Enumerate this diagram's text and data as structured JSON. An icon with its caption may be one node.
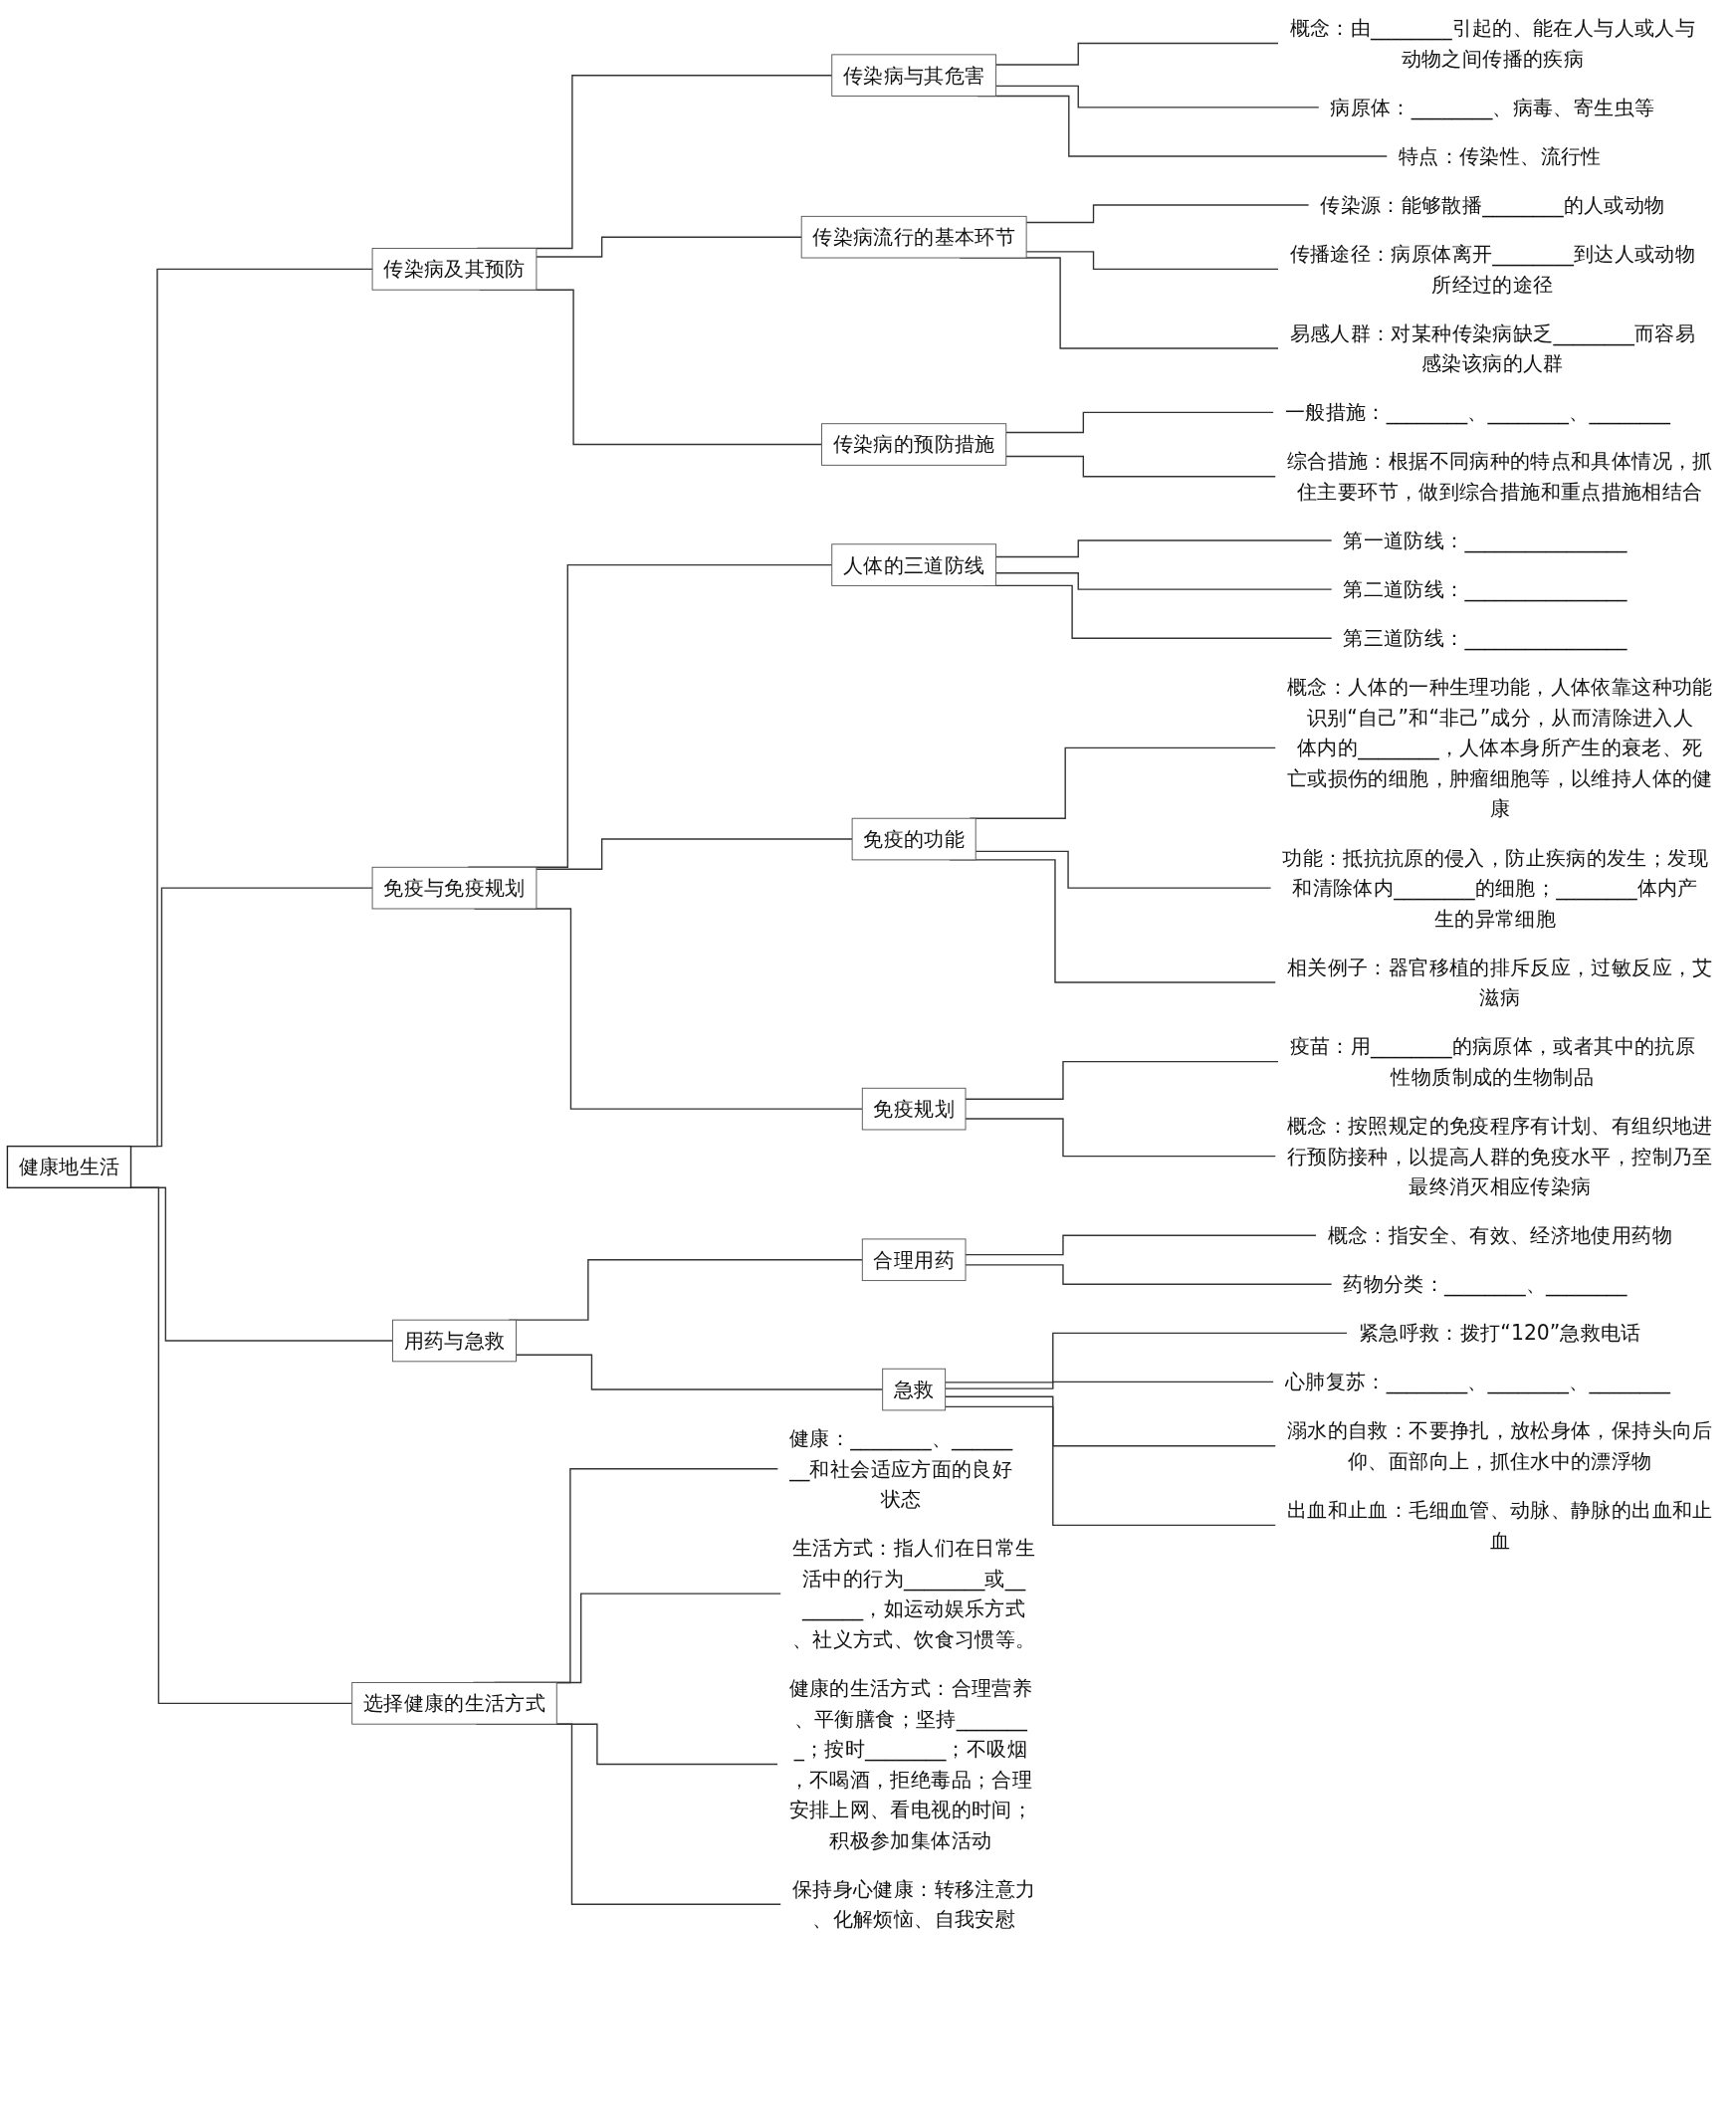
{
  "diagram": {
    "nodes": [
      {
        "text": [
          "健康地生活"
        ]
      },
      {
        "text": [
          "传染病及其预防"
        ]
      },
      {
        "text": [
          "传染病与其危害"
        ]
      },
      {
        "text": [
          "概念：由________引起的、能在人与人或人与动物之间传播的疾病"
        ]
      },
      {
        "text": [
          "病原体：________、病毒、寄生虫等"
        ]
      },
      {
        "text": [
          "特点：传染性、流行性"
        ]
      },
      {
        "text": [
          "传染病流行的基本环节"
        ]
      },
      {
        "text": [
          "传染源：能够散播________的人或动物"
        ]
      },
      {
        "text": [
          "传播途径：病原体离开________到达人或动物所经过的途径"
        ]
      },
      {
        "text": [
          "易感人群：对某种传染病缺乏________而容易感染该病的人群"
        ]
      },
      {
        "text": [
          "传染病的预防措施"
        ]
      },
      {
        "text": [
          "一般措施：________、________、________"
        ]
      },
      {
        "text": [
          "综合措施：根据不同病种的特点和具体情况，抓住主要环节，做到综合措施和重点措施相结合"
        ]
      },
      {
        "text": [
          "免疫与免疫规划"
        ]
      },
      {
        "text": [
          "人体的三道防线"
        ]
      },
      {
        "text": [
          "第一道防线：________________"
        ]
      },
      {
        "text": [
          "第二道防线：________________"
        ]
      },
      {
        "text": [
          "第三道防线：________________"
        ]
      },
      {
        "text": [
          "免疫的功能"
        ]
      },
      {
        "text": [
          "概念：人体的一种生理功能，人体依靠这种功能识别“自己”和“非己”成分，从而清除进入人体内的________，人体本身所产生的衰老、死亡或损伤的细胞，肿瘤细胞等，以维持人体的健康"
        ]
      },
      {
        "text": [
          "功能：抵抗抗原的侵入，防止疾病的发生；发现和清除体内________的细胞；________体内产生的异常细胞"
        ]
      },
      {
        "text": [
          "相关例子：器官移植的排斥反应，过敏反应，艾滋病"
        ]
      },
      {
        "text": [
          "免疫规划"
        ]
      },
      {
        "text": [
          "疫苗：用________的病原体，或者其中的抗原性物质制成的生物制品"
        ]
      },
      {
        "text": [
          "概念：按照规定的免疫程序有计划、有组织地进行预防接种，以提高人群的免疫水平，控制乃至最终消灭相应传染病"
        ]
      },
      {
        "text": [
          "用药与急救"
        ]
      },
      {
        "text": [
          "合理用药"
        ]
      },
      {
        "text": [
          "概念：指安全、有效、经济地使用药物"
        ]
      },
      {
        "text": [
          "药物分类：________、________"
        ]
      },
      {
        "text": [
          "急救"
        ]
      },
      {
        "text": [
          "紧急呼救：拨打“120”急救电话"
        ]
      },
      {
        "text": [
          "心肺复苏：________、________、________"
        ]
      },
      {
        "text": [
          "溺水的自救：不要挣扎，放松身体，保持头向后仰、面部向上，抓住水中的漂浮物"
        ]
      },
      {
        "text": [
          "出血和止血：毛细血管、动脉、静脉的出血和止血"
        ]
      },
      {
        "text": [
          "选择健康的生活方式"
        ]
      },
      {
        "text": [
          "健康：________、________和社会适应方面的良好状态"
        ]
      },
      {
        "text": [
          "生活方式：指人们在日常生活中的行为________或________，如运动娱乐方式、社义方式、饮食习惯等。"
        ]
      },
      {
        "text": [
          "健康的生活方式：合理营养、平衡膳食；坚持________；按时________；不吸烟，不喝酒，拒绝毒品；合理安排上网、看电视的时间；积极参加集体活动"
        ]
      },
      {
        "text": [
          "保持身心健康：转移注意力、化解烦恼、自我安慰"
        ]
      }
    ],
    "edges": [
      {
        "from": 0,
        "to": 1,
        "arrow": "none"
      },
      {
        "from": 1,
        "to": 2,
        "arrow": "none"
      },
      {
        "from": 2,
        "to": 3,
        "arrow": "none"
      },
      {
        "from": 2,
        "to": 4,
        "arrow": "none"
      },
      {
        "from": 2,
        "to": 5,
        "arrow": "none"
      },
      {
        "from": 1,
        "to": 6,
        "arrow": "none"
      },
      {
        "from": 6,
        "to": 7,
        "arrow": "none"
      },
      {
        "from": 6,
        "to": 8,
        "arrow": "none"
      },
      {
        "from": 6,
        "to": 9,
        "arrow": "none"
      },
      {
        "from": 1,
        "to": 10,
        "arrow": "none"
      },
      {
        "from": 10,
        "to": 11,
        "arrow": "none"
      },
      {
        "from": 10,
        "to": 12,
        "arrow": "none"
      },
      {
        "from": 0,
        "to": 13,
        "arrow": "none"
      },
      {
        "from": 13,
        "to": 14,
        "arrow": "none"
      },
      {
        "from": 14,
        "to": 15,
        "arrow": "none"
      },
      {
        "from": 14,
        "to": 16,
        "arrow": "none"
      },
      {
        "from": 14,
        "to": 17,
        "arrow": "none"
      },
      {
        "from": 13,
        "to": 18,
        "arrow": "none"
      },
      {
        "from": 18,
        "to": 19,
        "arrow": "none"
      },
      {
        "from": 18,
        "to": 20,
        "arrow": "none"
      },
      {
        "from": 18,
        "to": 21,
        "arrow": "none"
      },
      {
        "from": 13,
        "to": 22,
        "arrow": "none"
      },
      {
        "from": 22,
        "to": 23,
        "arrow": "none"
      },
      {
        "from": 22,
        "to": 24,
        "arrow": "none"
      },
      {
        "from": 0,
        "to": 25,
        "arrow": "none"
      },
      {
        "from": 25,
        "to": 26,
        "arrow": "none"
      },
      {
        "from": 26,
        "to": 27,
        "arrow": "none"
      },
      {
        "from": 26,
        "to": 28,
        "arrow": "none"
      },
      {
        "from": 25,
        "to": 29,
        "arrow": "none"
      },
      {
        "from": 29,
        "to": 30,
        "arrow": "none"
      },
      {
        "from": 29,
        "to": 31,
        "arrow": "none"
      },
      {
        "from": 29,
        "to": 32,
        "arrow": "none"
      },
      {
        "from": 29,
        "to": 33,
        "arrow": "none"
      },
      {
        "from": 0,
        "to": 34,
        "arrow": "none"
      },
      {
        "from": 34,
        "to": 35,
        "arrow": "none"
      },
      {
        "from": 34,
        "to": 36,
        "arrow": "none"
      },
      {
        "from": 34,
        "to": 37,
        "arrow": "none"
      },
      {
        "from": 34,
        "to": 38,
        "arrow": "none"
      }
    ]
  }
}
